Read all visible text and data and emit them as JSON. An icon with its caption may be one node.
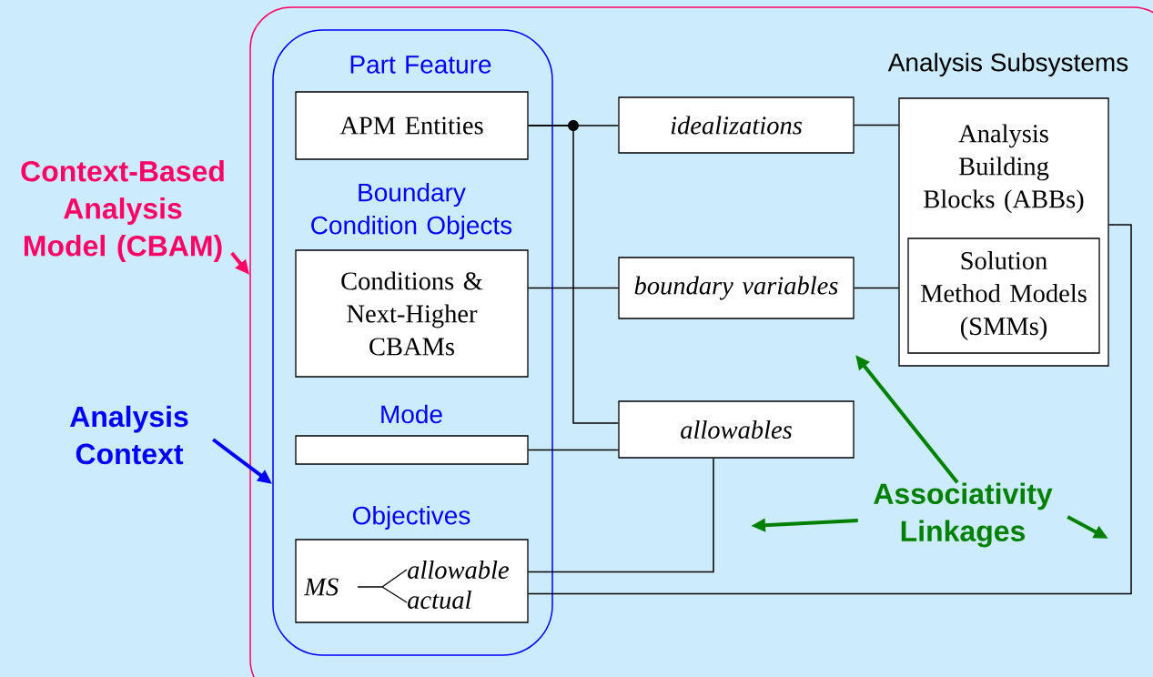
{
  "diagram": {
    "nodes": [
      {
        "text": [],
        "shape": "box"
      },
      {
        "text": [],
        "shape": "box",
        "in": 0
      },
      {
        "text": [
          "Part Feature",
          "APM Entities"
        ],
        "in": 1
      },
      {
        "text": [
          "Boundary Condition Objects",
          "Conditions & Next-Higher CBAMs"
        ],
        "in": 1
      },
      {
        "text": [
          "Mode"
        ],
        "in": 1
      },
      {
        "text": [
          "Objectives",
          "MS",
          "allowable",
          "actual"
        ],
        "in": 1
      },
      {
        "text": [
          "idealizations"
        ],
        "in": 0
      },
      {
        "text": [
          "boundary variables"
        ],
        "in": 0
      },
      {
        "text": [
          "allowables"
        ],
        "in": 0
      },
      {
        "text": [
          "Analysis Building Blocks (ABBs)"
        ],
        "in": 0
      },
      {
        "text": [
          "Solution Method Models (SMMs)"
        ],
        "in": 9
      },
      {
        "text": [
          "Context-Based Analysis Model (CBAM)"
        ]
      },
      {
        "text": [
          "Analysis Context"
        ]
      },
      {
        "text": [
          "Associativity Linkages"
        ],
        "in": 0
      }
    ],
    "edges": [
      {
        "from": 2,
        "to": 6,
        "arrow": "none"
      },
      {
        "from": 2,
        "to": 8,
        "arrow": "none"
      },
      {
        "from": 3,
        "to": 7,
        "arrow": "none"
      },
      {
        "from": 4,
        "to": 8,
        "arrow": "none"
      },
      {
        "from": 5,
        "to": 8,
        "arrow": "none"
      },
      {
        "from": 5,
        "to": 9,
        "arrow": "none"
      },
      {
        "from": 6,
        "to": 9,
        "arrow": "none"
      },
      {
        "from": 7,
        "to": 9,
        "arrow": "none"
      },
      {
        "from": 11,
        "to": 0,
        "arrow": "to",
        "style": "thick",
        "color": "#ff0066"
      },
      {
        "from": 12,
        "to": 1,
        "arrow": "to",
        "style": "thick",
        "color": "#0000ff"
      },
      {
        "from": 13,
        "to": null,
        "arrow": "to",
        "style": "thick",
        "color": "#008000"
      },
      {
        "from": 13,
        "to": null,
        "arrow": "to",
        "style": "thick",
        "color": "#008000"
      },
      {
        "from": 13,
        "to": null,
        "arrow": "to",
        "style": "thick",
        "color": "#008000"
      }
    ],
    "labels": [
      "Analysis Subsystems"
    ]
  }
}
